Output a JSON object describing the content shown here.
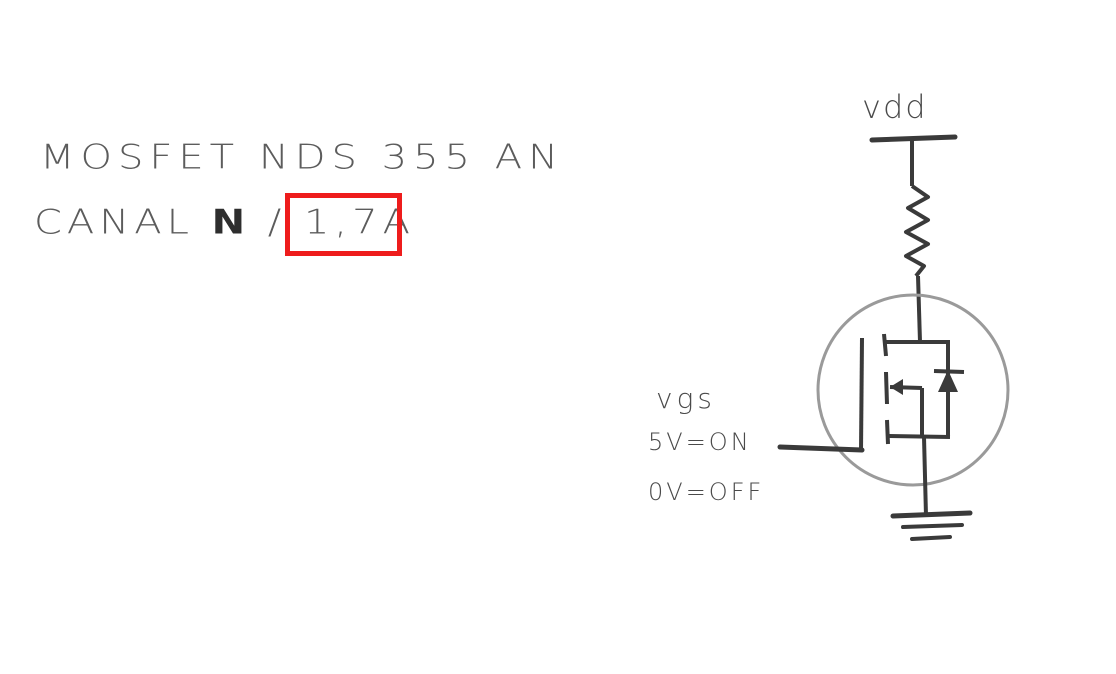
{
  "notes": {
    "line1": "MOSFET NDS 355 AN",
    "line2_prefix": "CANAL ",
    "line2_bold": "N",
    "line2_sep": " / ",
    "line2_value": "1,7A"
  },
  "schematic": {
    "supply_label": "vdd",
    "gate_label": "vgs",
    "on_state": "5V=ON",
    "off_state": "0V=OFF"
  },
  "colors": {
    "ink": "#3a3a3a",
    "pencil": "#5c5c5c",
    "circle": "#9a9a9a",
    "highlight": "#ee1c1c"
  }
}
